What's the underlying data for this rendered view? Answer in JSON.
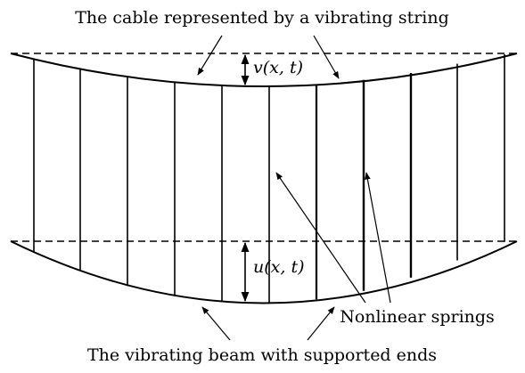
{
  "labels": {
    "top_caption": "The cable represented by a vibrating string",
    "bottom_caption": "The vibrating beam with supported ends",
    "springs_caption": "Nonlinear springs",
    "cable_displacement": "v(x, t)",
    "beam_displacement": "u(x, t)"
  },
  "colors": {
    "stroke": "#000000",
    "background": "#ffffff"
  }
}
